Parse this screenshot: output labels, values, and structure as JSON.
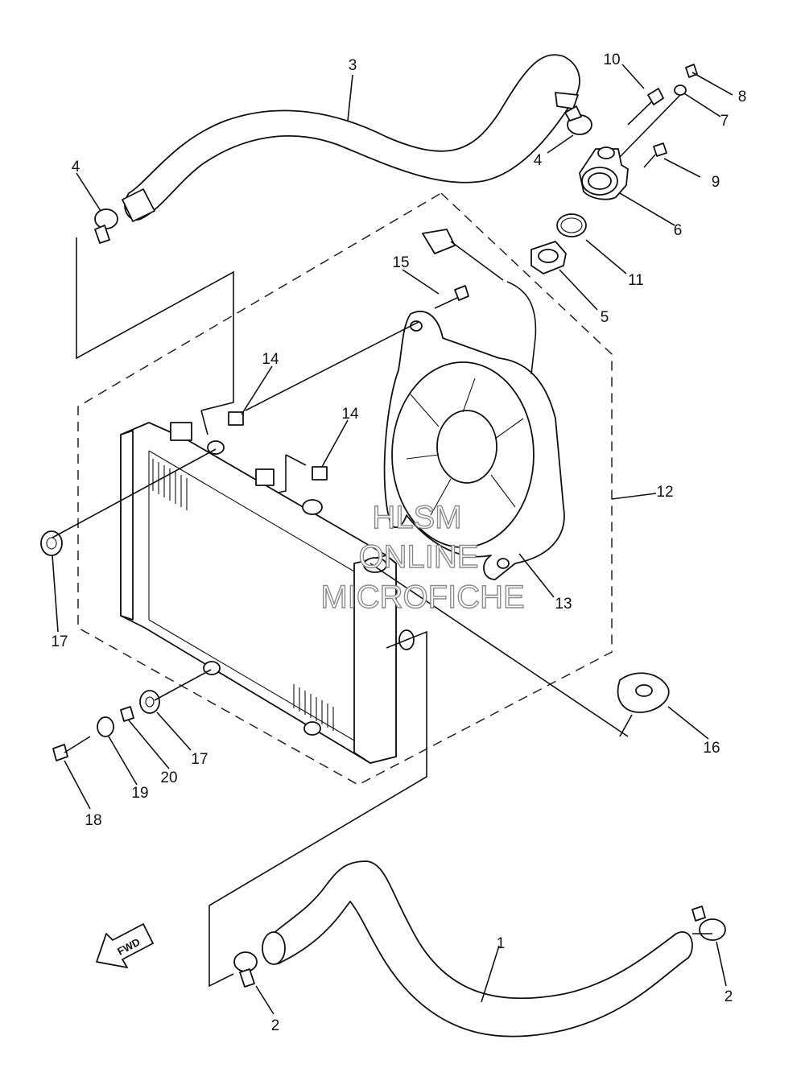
{
  "diagram": {
    "callouts": [
      "1",
      "2",
      "2",
      "3",
      "4",
      "4",
      "5",
      "6",
      "7",
      "8",
      "9",
      "10",
      "11",
      "12",
      "13",
      "14",
      "14",
      "15",
      "16",
      "17",
      "17",
      "18",
      "19",
      "20"
    ]
  },
  "watermark": {
    "line1": "HLSM",
    "line2": "ONLINE",
    "line3": "MICROFICHE"
  },
  "fwd_label": "FWD"
}
